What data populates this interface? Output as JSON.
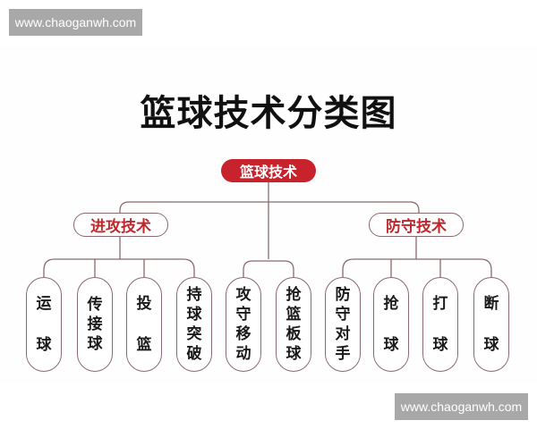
{
  "watermarks": {
    "top": "www.chaoganwh.com",
    "bottom": "www.chaoganwh.com"
  },
  "title": "篮球技术分类图",
  "root": {
    "label": "篮球技术",
    "color": "#c8232c"
  },
  "categories": [
    {
      "label": "进攻技术",
      "color": "#c0272d"
    },
    {
      "label": "防守技术",
      "color": "#c0272d"
    }
  ],
  "leaves": [
    {
      "label": "运球",
      "chars": [
        "运",
        "球"
      ],
      "parent": "进攻技术"
    },
    {
      "label": "传接球",
      "chars": [
        "传",
        "接",
        "球"
      ],
      "parent": "进攻技术"
    },
    {
      "label": "投篮",
      "chars": [
        "投",
        "篮"
      ],
      "parent": "进攻技术"
    },
    {
      "label": "持球突破",
      "chars": [
        "持",
        "球",
        "突",
        "破"
      ],
      "parent": "进攻技术"
    },
    {
      "label": "攻守移动",
      "chars": [
        "攻",
        "守",
        "移",
        "动"
      ],
      "parent": "篮球技术"
    },
    {
      "label": "抢篮板球",
      "chars": [
        "抢",
        "篮",
        "板",
        "球"
      ],
      "parent": "篮球技术"
    },
    {
      "label": "防守对手",
      "chars": [
        "防",
        "守",
        "对",
        "手"
      ],
      "parent": "防守技术"
    },
    {
      "label": "抢球",
      "chars": [
        "抢",
        "球"
      ],
      "parent": "防守技术"
    },
    {
      "label": "打球",
      "chars": [
        "打",
        "球"
      ],
      "parent": "防守技术"
    },
    {
      "label": "断球",
      "chars": [
        "断",
        "球"
      ],
      "parent": "防守技术"
    }
  ],
  "colors": {
    "line": "#8a6a6e",
    "accent": "#c8232c",
    "watermark_bg": "#a8a8a8"
  }
}
